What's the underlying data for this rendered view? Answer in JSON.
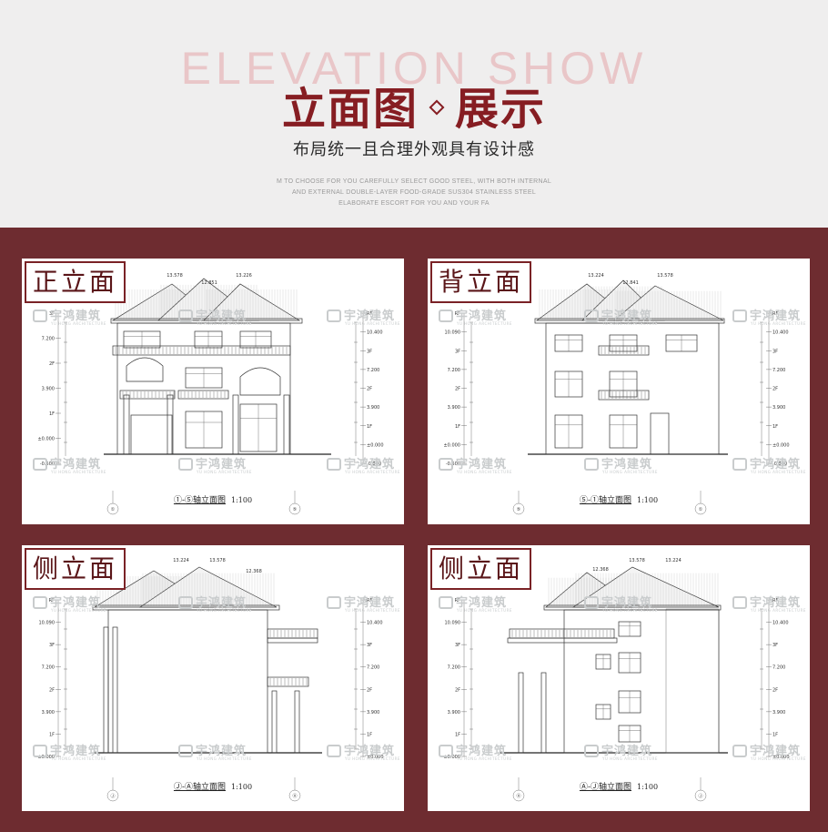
{
  "header": {
    "bg_title": "ELEVATION SHOW",
    "title_left": "立面图",
    "title_right": "展示",
    "subtitle": "布局统一且合理外观具有设计感",
    "small_text": [
      "M TO CHOOSE FOR YOU CAREFULLY SELECT GOOD STEEL, WITH BOTH INTERNAL",
      "AND EXTERNAL DOUBLE-LAYER FOOD-GRADE SUS304 STAINLESS STEEL",
      "ELABORATE ESCORT FOR YOU AND YOUR FA"
    ]
  },
  "colors": {
    "title": "#861d22",
    "panel_background": "#6e2c30",
    "tag_border": "#7a2226"
  },
  "watermark": {
    "name": "宇鸿建筑",
    "sub": "YU HONG ARCHITECTURE"
  },
  "panels": [
    {
      "tag": "正立面",
      "caption_axis": "①-⑤轴立面图",
      "caption_scale": "1:100",
      "left_marker": "①",
      "right_marker": "⑤",
      "ridge_levels": [
        "13.578",
        "12.851",
        "13.226"
      ],
      "left_levels": [
        "3F",
        "7.200",
        "2F",
        "3.900",
        "1F",
        "±0.000",
        "-0.500"
      ],
      "right_levels": [
        "RF",
        "10.400",
        "3F",
        "7.200",
        "2F",
        "3.900",
        "1F",
        "±0.000",
        "-0.500"
      ]
    },
    {
      "tag": "背立面",
      "caption_axis": "⑤-①轴立面图",
      "caption_scale": "1:100",
      "left_marker": "⑤",
      "right_marker": "①",
      "ridge_levels": [
        "13.224",
        "12.841",
        "13.578"
      ],
      "left_levels": [
        "RF",
        "10.090",
        "3F",
        "7.200",
        "2F",
        "3.900",
        "1F",
        "±0.000",
        "-0.500"
      ],
      "right_levels": [
        "RF",
        "10.400",
        "3F",
        "7.200",
        "2F",
        "3.900",
        "1F",
        "±0.000",
        "-0.500"
      ]
    },
    {
      "tag": "侧立面",
      "caption_axis": "Ⓙ-Ⓐ轴立面图",
      "caption_scale": "1:100",
      "left_marker": "Ⓙ",
      "right_marker": "Ⓐ",
      "ridge_levels": [
        "13.224",
        "13.578",
        "12.368"
      ],
      "left_levels": [
        "RF",
        "10.090",
        "3F",
        "7.200",
        "2F",
        "3.900",
        "1F",
        "±0.000"
      ],
      "right_levels": [
        "RF",
        "10.400",
        "3F",
        "7.200",
        "2F",
        "3.900",
        "1F",
        "±0.000"
      ]
    },
    {
      "tag": "侧立面",
      "caption_axis": "Ⓐ-Ⓙ轴立面图",
      "caption_scale": "1:100",
      "left_marker": "Ⓐ",
      "right_marker": "Ⓙ",
      "ridge_levels": [
        "12.368",
        "13.578",
        "13.224"
      ],
      "left_levels": [
        "RF",
        "10.090",
        "3F",
        "7.200",
        "2F",
        "3.900",
        "1F",
        "±0.000"
      ],
      "right_levels": [
        "RF",
        "10.400",
        "3F",
        "7.200",
        "2F",
        "3.900",
        "1F",
        "±0.000"
      ]
    }
  ]
}
